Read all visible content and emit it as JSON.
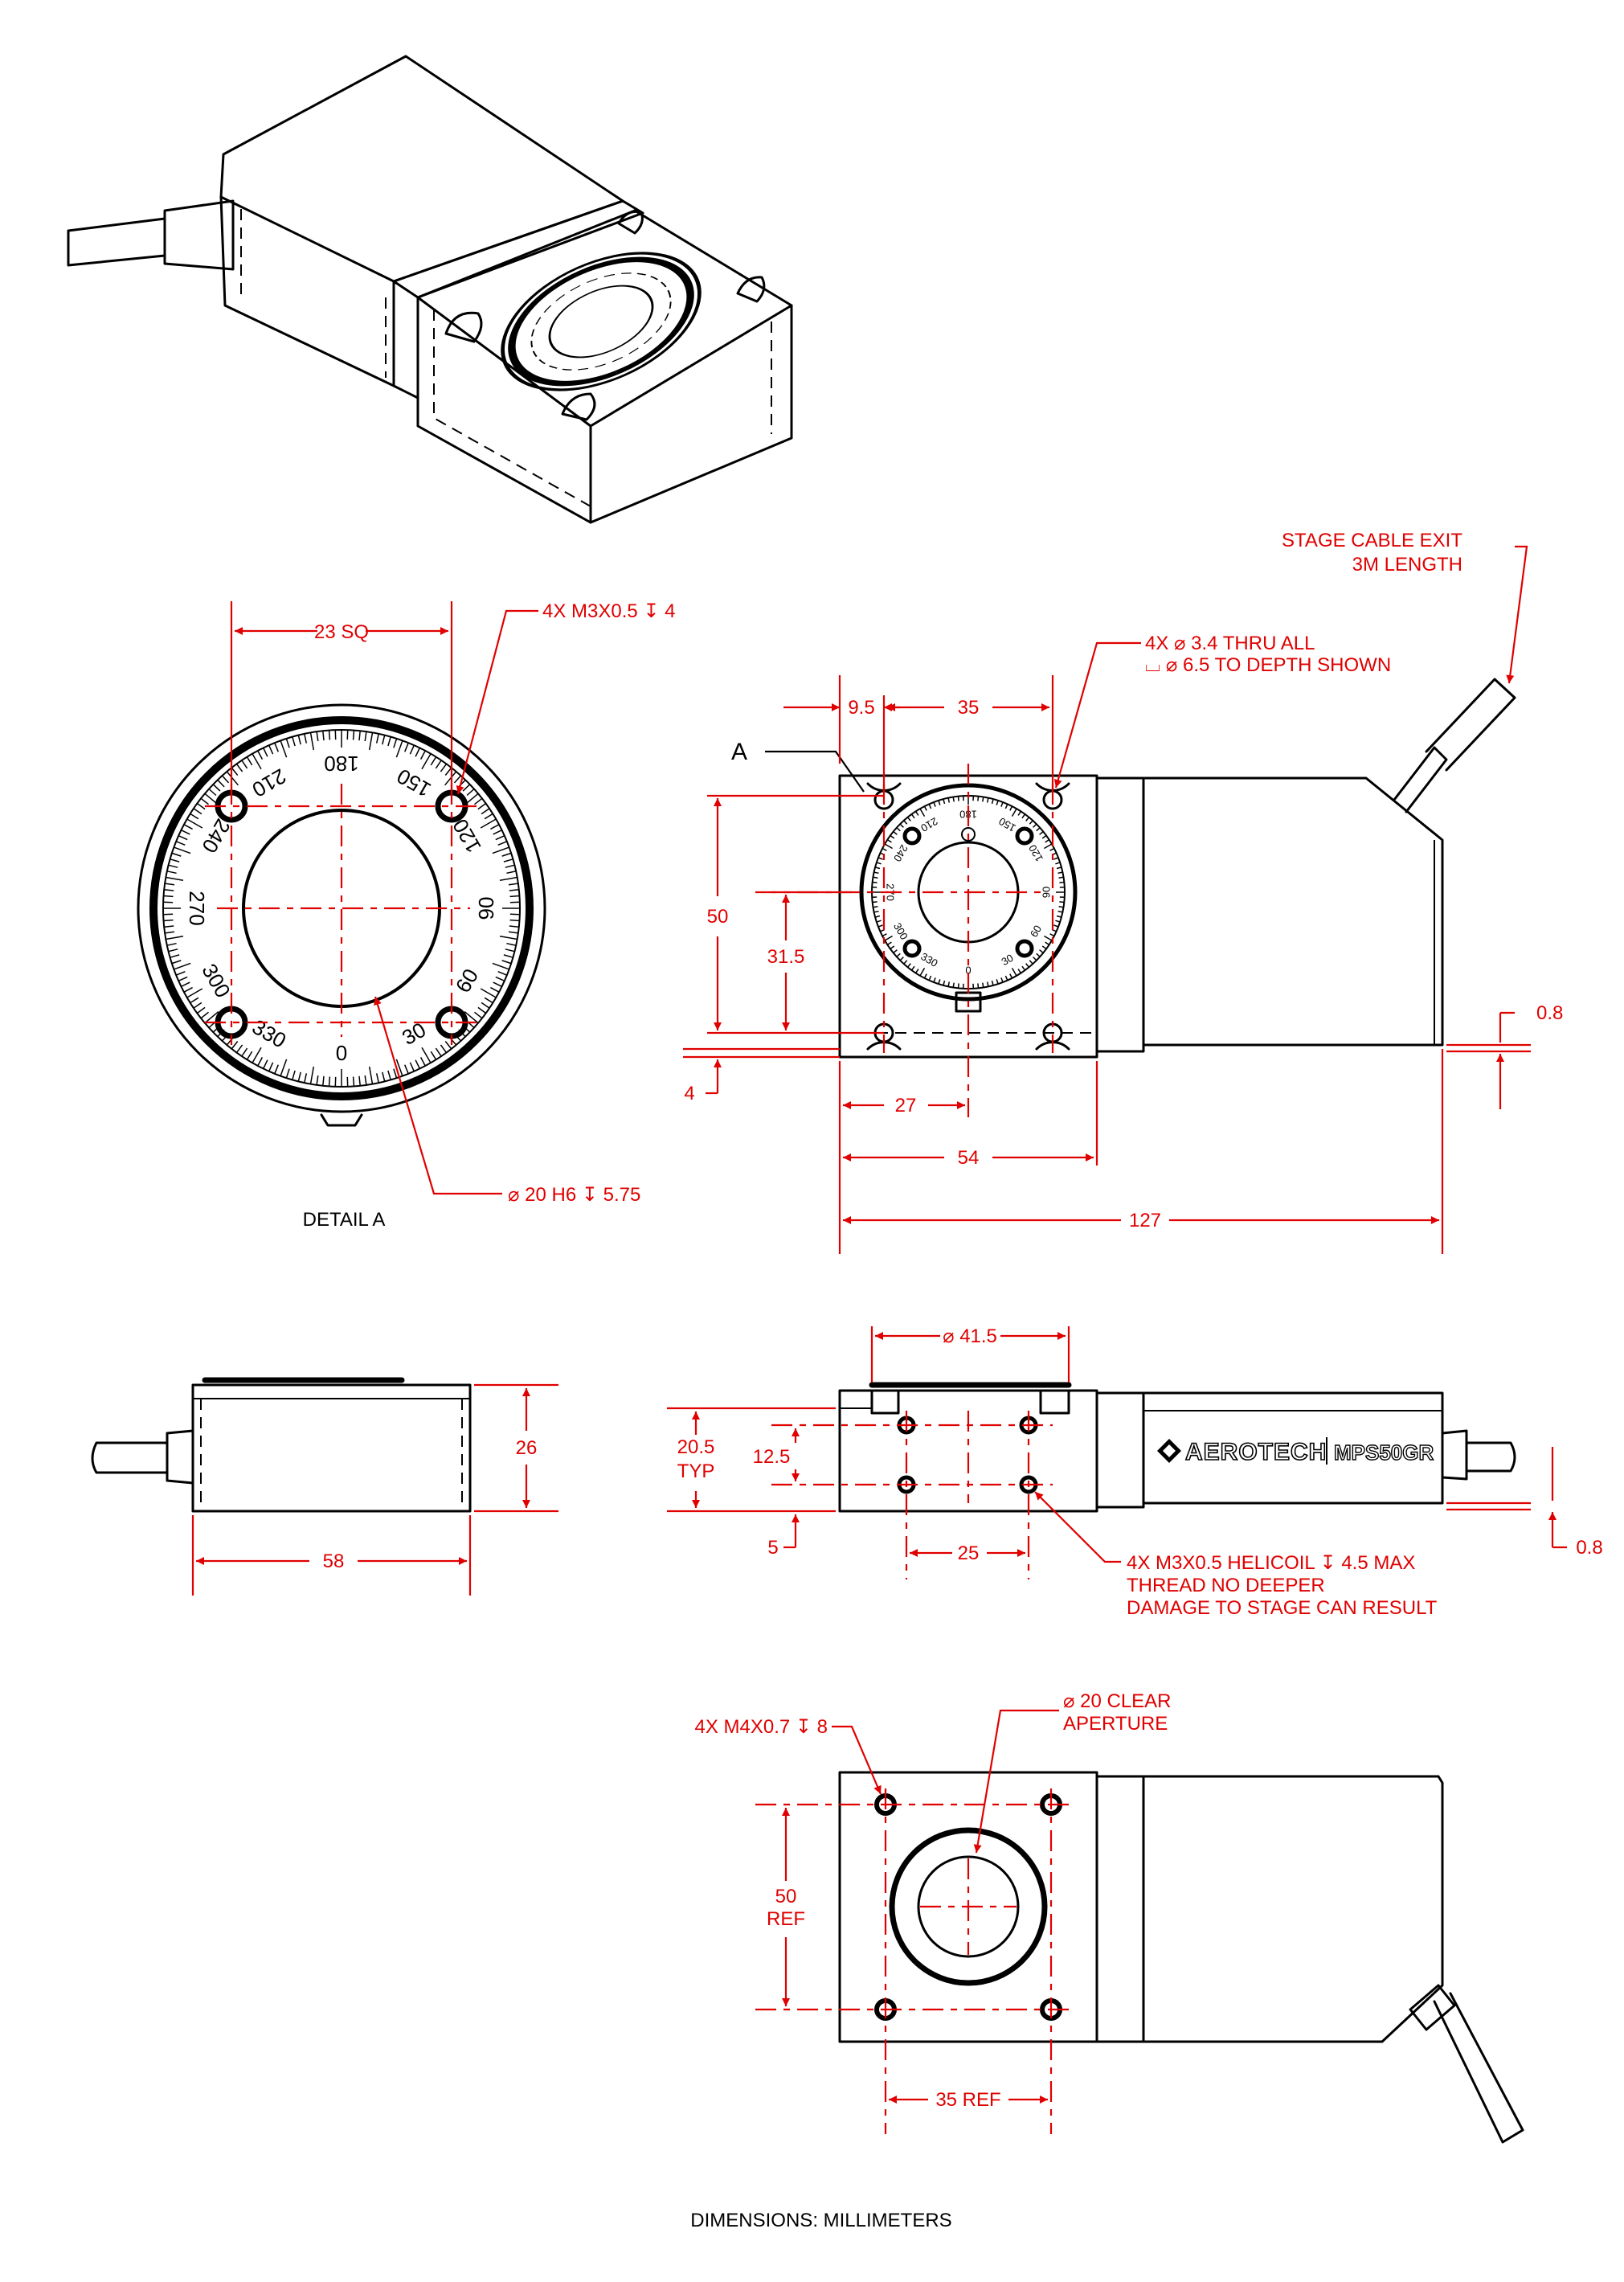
{
  "drawing": {
    "footer_note": "DIMENSIONS:  MILLIMETERS",
    "detail_caption": "DETAIL A",
    "detail_ref_letter": "A",
    "brand": "AEROTECH",
    "model": "MPS50GR",
    "dial_labels": [
      "0",
      "30",
      "60",
      "90",
      "120",
      "150",
      "180",
      "210",
      "240",
      "270",
      "300",
      "330"
    ],
    "colors": {
      "dimension": "#e00000",
      "object": "#000000"
    }
  },
  "detail_view": {
    "dim_square": "23 SQ",
    "callout_tapped_holes": "4X M3X0.5 ↧ 4",
    "callout_bore": "⌀ 20 H6 ↧ 5.75"
  },
  "top_view": {
    "callout_cable_line1": "STAGE CABLE EXIT",
    "callout_cable_line2": "3M LENGTH",
    "callout_thru_line1": "4X  ⌀  3.4 THRU ALL",
    "callout_thru_line2": "⌴  ⌀  6.5 TO DEPTH SHOWN",
    "dim_9_5": "9.5",
    "dim_35": "35",
    "dim_50": "50",
    "dim_31_5": "31.5",
    "dim_4": "4",
    "dim_27": "27",
    "dim_54": "54",
    "dim_127": "127",
    "dim_0_8": "0.8"
  },
  "end_view": {
    "dim_26": "26",
    "dim_58": "58"
  },
  "side_view": {
    "dim_41_5": "⌀ 41.5",
    "dim_20_5_line1": "20.5",
    "dim_20_5_line2": "TYP",
    "dim_12_5": "12.5",
    "dim_5": "5",
    "dim_25": "25",
    "dim_0_8": "0.8",
    "callout_helicoil_line1": "4X M3X0.5 HELICOIL ↧ 4.5 MAX",
    "callout_helicoil_line2": "THREAD NO DEEPER",
    "callout_helicoil_line3": "DAMAGE TO STAGE CAN RESULT"
  },
  "bottom_view": {
    "callout_m4_holes": "4X M4X0.7 ↧ 8",
    "callout_aperture_line1": "⌀ 20 CLEAR",
    "callout_aperture_line2": "APERTURE",
    "dim_50_ref_line1": "50",
    "dim_50_ref_line2": "REF",
    "dim_35_ref": "35 REF"
  }
}
